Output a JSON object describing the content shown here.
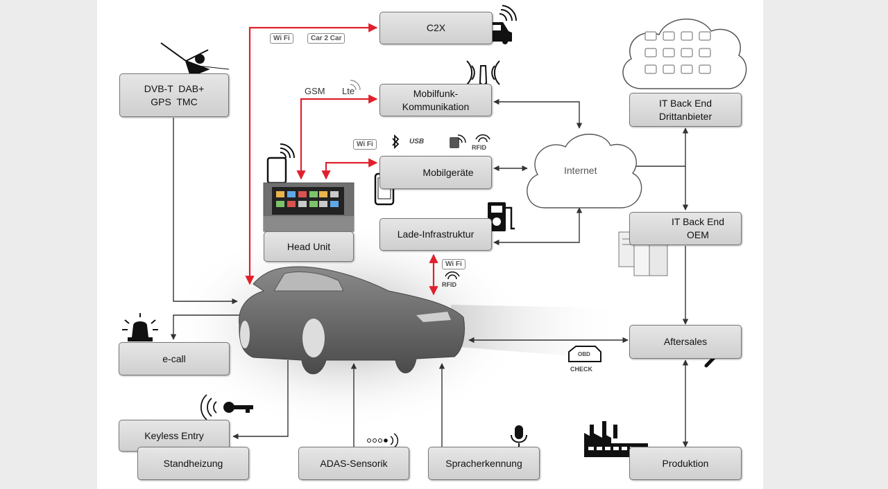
{
  "boxes": {
    "broadcast": [
      "DVB-T  DAB+",
      "GPS  TMC"
    ],
    "c2x": "C2X",
    "mobilfunk": [
      "Mobilfunk-",
      "Kommunikation"
    ],
    "mobilgeraete": "Mobilgeräte",
    "lade": "Lade-Infrastruktur",
    "headunit": "Head Unit",
    "itdritt": [
      "IT Back End",
      "Drittanbieter"
    ],
    "itoem": [
      "IT Back End",
      "OEM"
    ],
    "aftersales": "Aftersales",
    "ecall": "e-call",
    "keyless": "Keyless Entry",
    "standheizung": "Standheizung",
    "adas": "ADAS-Sensorik",
    "sprach": "Spracherkennung",
    "produktion": "Produktion"
  },
  "labels": {
    "internet": "Internet",
    "gsm": "GSM",
    "lte": "Lte",
    "wifi": "Wi Fi",
    "car2car": "Car 2 Car",
    "usb": "USB",
    "rfid": "RFID",
    "obd": "OBD",
    "check": "CHECK"
  },
  "colors": {
    "link_red": "#e0202c",
    "link_dark": "#333333",
    "box_fill": "#d9d9d9",
    "car": "#5e5e5e"
  },
  "icons": [
    "antenna-icon",
    "car-icon",
    "radio-mast-icon",
    "smartphone-icon",
    "bluetooth-icon",
    "nfc-icon",
    "ev-charger-icon",
    "cloud-icon",
    "server-icon",
    "wrench-icon",
    "obd-check-icon",
    "siren-icon",
    "remote-key-icon",
    "sensor-icon",
    "microphone-icon",
    "factory-icon",
    "tablet-icon"
  ]
}
